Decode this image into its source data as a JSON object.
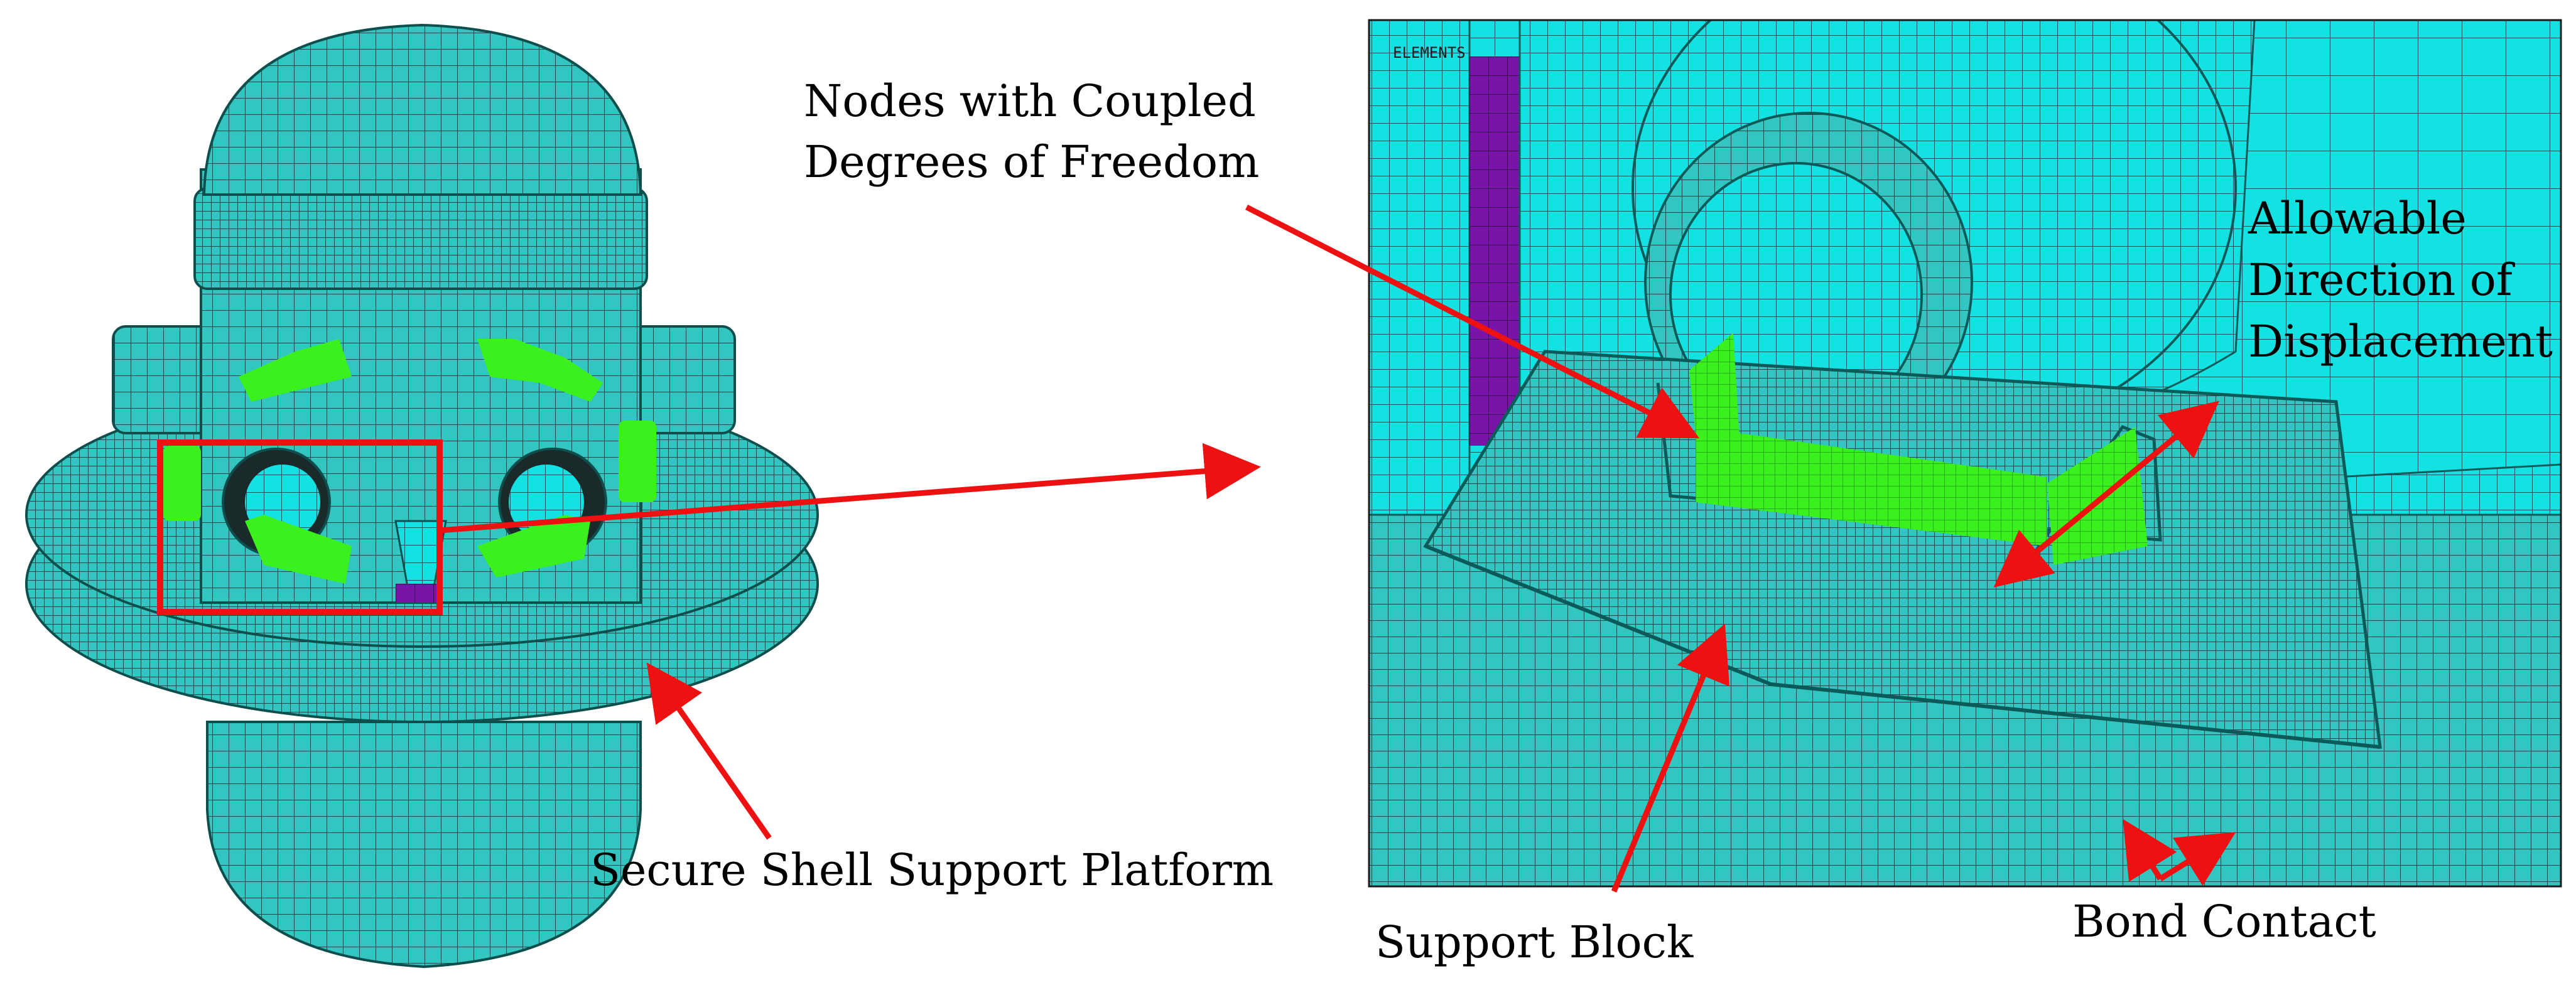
{
  "labels": {
    "coupled_nodes_line1": "Nodes with Coupled",
    "coupled_nodes_line2": "Degrees of Freedom",
    "allowable_line1": "Allowable",
    "allowable_line2": "Direction of",
    "allowable_line3": "Displacement",
    "platform": "Secure Shell Support Platform",
    "support_block": "Support Block",
    "bond_contact": "Bond Contact",
    "elements_tag": "ELEMENTS"
  },
  "colors": {
    "mesh_teal": "#33c6c0",
    "mesh_cyan": "#14e2e2",
    "mesh_dark": "#0e4e4c",
    "coupled_green": "#3cf01e",
    "gap_purple": "#7a14a8",
    "annotation_red": "#ee1111",
    "text": "#000000"
  }
}
